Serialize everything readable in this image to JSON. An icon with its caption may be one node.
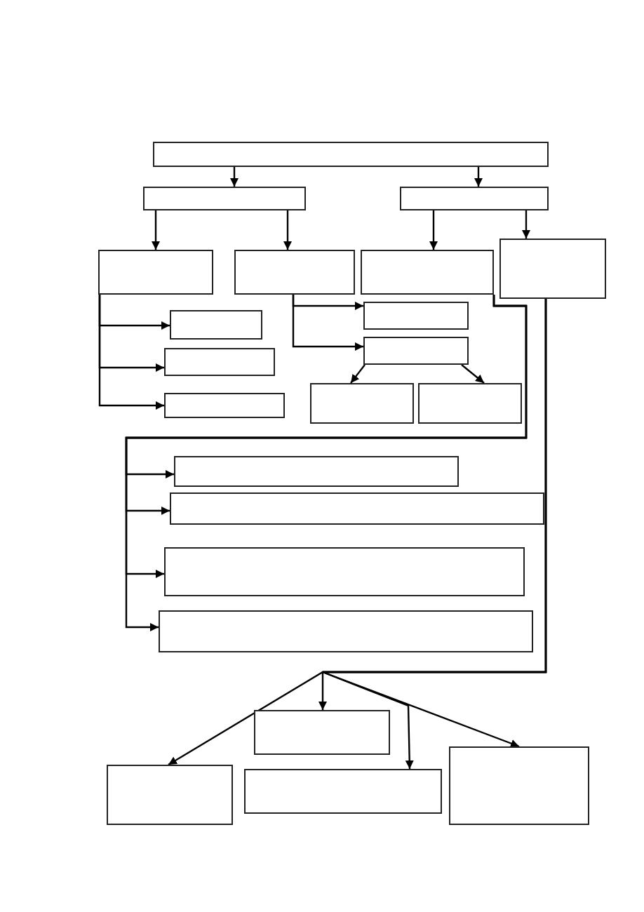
{
  "diagram": {
    "nodes": [
      {
        "text": [],
        "shape": "box"
      },
      {
        "text": [],
        "shape": "box"
      },
      {
        "text": [],
        "shape": "box"
      },
      {
        "text": [],
        "shape": "box"
      },
      {
        "text": [],
        "shape": "box"
      },
      {
        "text": [],
        "shape": "box"
      },
      {
        "text": [],
        "shape": "box"
      },
      {
        "text": [],
        "shape": "box"
      },
      {
        "text": [],
        "shape": "box"
      },
      {
        "text": [],
        "shape": "box"
      },
      {
        "text": [],
        "shape": "box"
      },
      {
        "text": [],
        "shape": "box"
      },
      {
        "text": [],
        "shape": "box"
      },
      {
        "text": [],
        "shape": "box"
      },
      {
        "text": [],
        "shape": "box"
      },
      {
        "text": [],
        "shape": "box"
      },
      {
        "text": [],
        "shape": "box"
      },
      {
        "text": [],
        "shape": "box"
      },
      {
        "text": [],
        "shape": "box"
      },
      {
        "text": [],
        "shape": "box"
      },
      {
        "text": [],
        "shape": "box"
      },
      {
        "text": [],
        "shape": "box"
      }
    ],
    "edges": [
      {
        "from": 0,
        "to": 1,
        "arrow": "to"
      },
      {
        "from": 0,
        "to": 2,
        "arrow": "to"
      },
      {
        "from": 1,
        "to": 3,
        "arrow": "to"
      },
      {
        "from": 1,
        "to": 4,
        "arrow": "to"
      },
      {
        "from": 2,
        "to": 5,
        "arrow": "to"
      },
      {
        "from": 2,
        "to": 6,
        "arrow": "to"
      },
      {
        "from": 3,
        "to": 7,
        "arrow": "to"
      },
      {
        "from": 3,
        "to": 8,
        "arrow": "to"
      },
      {
        "from": 3,
        "to": 9,
        "arrow": "to"
      },
      {
        "from": 4,
        "to": 10,
        "arrow": "to"
      },
      {
        "from": 4,
        "to": 11,
        "arrow": "to"
      },
      {
        "from": 11,
        "to": 12,
        "arrow": "to"
      },
      {
        "from": 11,
        "to": 13,
        "arrow": "to"
      },
      {
        "from": 5,
        "to": 14,
        "arrow": "to"
      },
      {
        "from": 5,
        "to": 15,
        "arrow": "to"
      },
      {
        "from": 5,
        "to": 16,
        "arrow": "to"
      },
      {
        "from": 5,
        "to": 17,
        "arrow": "to"
      },
      {
        "from": 6,
        "to": 19,
        "arrow": "to"
      },
      {
        "from": 6,
        "to": 18,
        "arrow": "to"
      },
      {
        "from": 6,
        "to": 20,
        "arrow": "to"
      },
      {
        "from": 6,
        "to": 21,
        "arrow": "to"
      }
    ]
  }
}
